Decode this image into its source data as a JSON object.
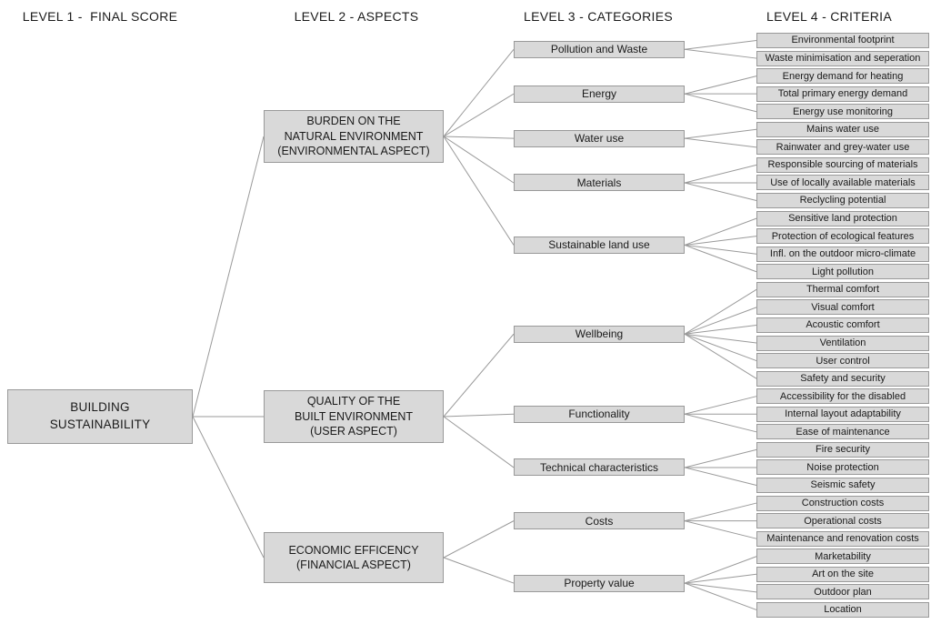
{
  "headers": [
    {
      "label": "LEVEL 1 -  FINAL SCORE"
    },
    {
      "label": "LEVEL 2 - ASPECTS"
    },
    {
      "label": "LEVEL 3 - CATEGORIES"
    },
    {
      "label": "LEVEL 4 - CRITERIA"
    }
  ],
  "root": {
    "label": "BUILDING\nSUSTAINABILITY"
  },
  "aspects": [
    {
      "label": "BURDEN ON THE\nNATURAL ENVIRONMENT\n(ENVIRONMENTAL ASPECT)",
      "categories": [
        {
          "label": "Pollution and Waste",
          "criteria": [
            "Environmental footprint",
            "Waste minimisation and seperation"
          ]
        },
        {
          "label": "Energy",
          "criteria": [
            "Energy demand for heating",
            "Total primary energy demand",
            "Energy use monitoring"
          ]
        },
        {
          "label": "Water use",
          "criteria": [
            "Mains water use",
            "Rainwater and grey-water use"
          ]
        },
        {
          "label": "Materials",
          "criteria": [
            "Responsible sourcing of materials",
            "Use of locally available materials",
            "Reclycling potential"
          ]
        },
        {
          "label": "Sustainable land use",
          "criteria": [
            "Sensitive land protection",
            "Protection of ecological features",
            "Infl. on the outdoor micro-climate",
            "Light pollution"
          ]
        }
      ]
    },
    {
      "label": "QUALITY OF THE\nBUILT ENVIRONMENT\n(USER ASPECT)",
      "categories": [
        {
          "label": "Wellbeing",
          "criteria": [
            "Thermal comfort",
            "Visual comfort",
            "Acoustic comfort",
            "Ventilation",
            "User control",
            "Safety and security"
          ]
        },
        {
          "label": "Functionality",
          "criteria": [
            "Accessibility for the disabled",
            "Internal layout adaptability",
            "Ease of maintenance"
          ]
        },
        {
          "label": "Technical characteristics",
          "criteria": [
            "Fire security",
            "Noise protection",
            "Seismic safety"
          ]
        }
      ]
    },
    {
      "label": "ECONOMIC EFFICENCY\n(FINANCIAL ASPECT)",
      "categories": [
        {
          "label": "Costs",
          "criteria": [
            "Construction costs",
            "Operational costs",
            "Maintenance and renovation costs"
          ]
        },
        {
          "label": "Property value",
          "criteria": [
            "Marketability",
            "Art on the site",
            "Outdoor plan",
            "Location"
          ]
        }
      ]
    }
  ],
  "colors": {
    "box_fill": "#d9d9d9",
    "box_border": "#999999",
    "connector_line": "#9a9a9a",
    "text": "#1a1a1a",
    "background": "#ffffff"
  }
}
